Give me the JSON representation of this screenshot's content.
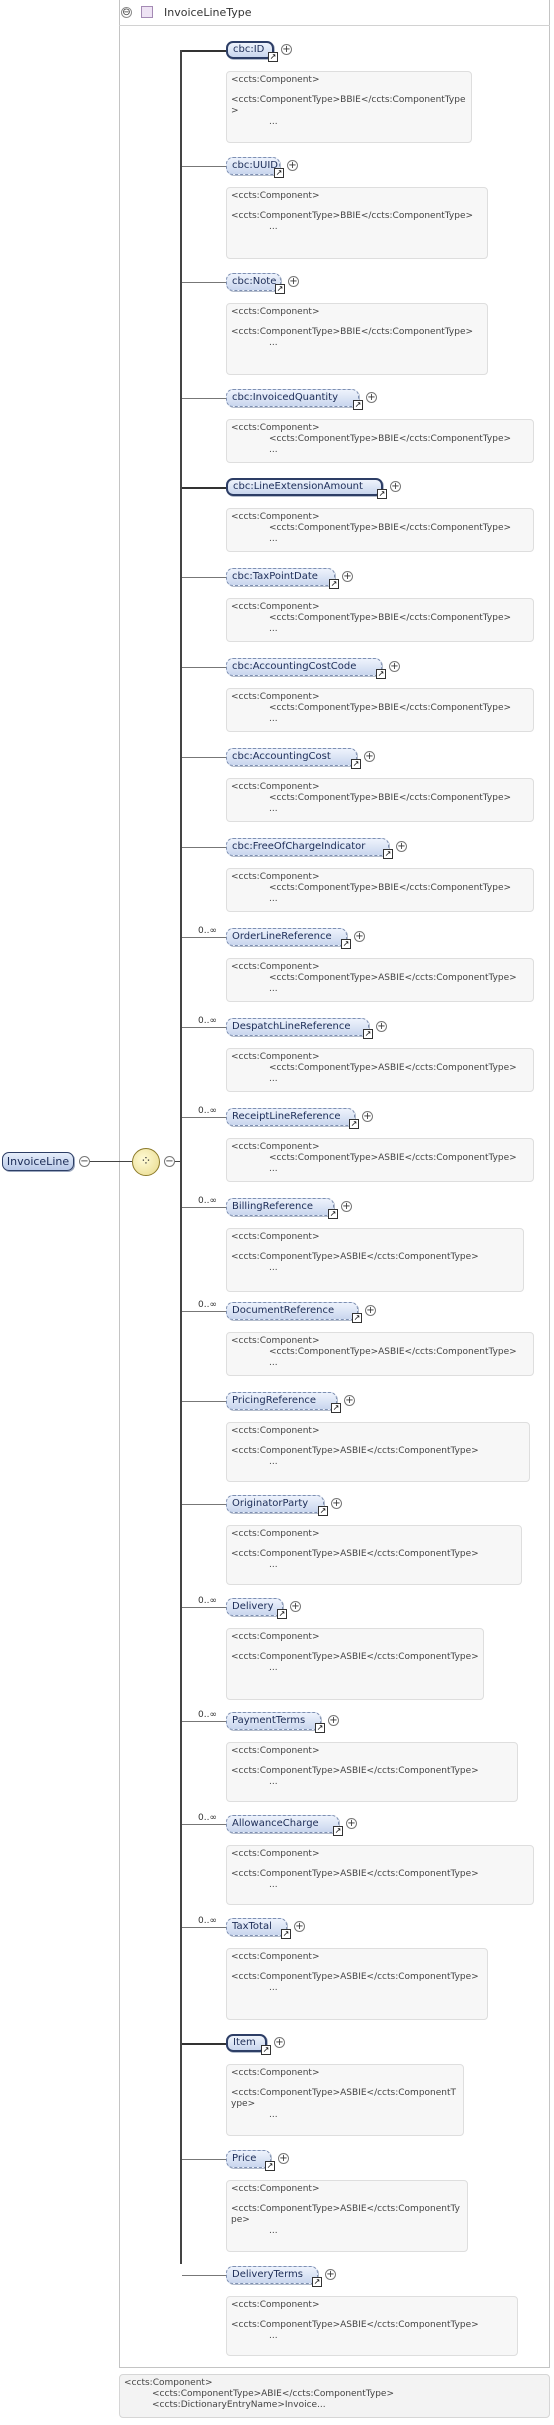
{
  "type_header": {
    "title": "InvoiceLineType",
    "collapse_symbol": "⊖"
  },
  "root": {
    "label": "InvoiceLine"
  },
  "elements": [
    {
      "label": "cbc:ID",
      "occurs": "",
      "required": true,
      "card": [
        "<ccts:Component>",
        "<ccts:ComponentType>BBIE</ccts:ComponentType>"
      ],
      "indent": false
    },
    {
      "label": "cbc:UUID",
      "occurs": "",
      "required": false,
      "card": [
        "<ccts:Component>",
        "<ccts:ComponentType>BBIE</ccts:ComponentType>"
      ],
      "indent": false
    },
    {
      "label": "cbc:Note",
      "occurs": "",
      "required": false,
      "card": [
        "<ccts:Component>",
        "<ccts:ComponentType>BBIE</ccts:ComponentType>"
      ],
      "indent": false
    },
    {
      "label": "cbc:InvoicedQuantity",
      "occurs": "",
      "required": false,
      "card": [
        "<ccts:Component>",
        "<ccts:ComponentType>BBIE</ccts:ComponentType>"
      ],
      "indent": true
    },
    {
      "label": "cbc:LineExtensionAmount",
      "occurs": "",
      "required": true,
      "card": [
        "<ccts:Component>",
        "<ccts:ComponentType>BBIE</ccts:ComponentType>"
      ],
      "indent": true
    },
    {
      "label": "cbc:TaxPointDate",
      "occurs": "",
      "required": false,
      "card": [
        "<ccts:Component>",
        "<ccts:ComponentType>BBIE</ccts:ComponentType>"
      ],
      "indent": true
    },
    {
      "label": "cbc:AccountingCostCode",
      "occurs": "",
      "required": false,
      "card": [
        "<ccts:Component>",
        "<ccts:ComponentType>BBIE</ccts:ComponentType>"
      ],
      "indent": true
    },
    {
      "label": "cbc:AccountingCost",
      "occurs": "",
      "required": false,
      "card": [
        "<ccts:Component>",
        "<ccts:ComponentType>BBIE</ccts:ComponentType>"
      ],
      "indent": true
    },
    {
      "label": "cbc:FreeOfChargeIndicator",
      "occurs": "",
      "required": false,
      "card": [
        "<ccts:Component>",
        "<ccts:ComponentType>BBIE</ccts:ComponentType>"
      ],
      "indent": true
    },
    {
      "label": "OrderLineReference",
      "occurs": "0..∞",
      "required": false,
      "card": [
        "<ccts:Component>",
        "<ccts:ComponentType>ASBIE</ccts:ComponentType>"
      ],
      "indent": true
    },
    {
      "label": "DespatchLineReference",
      "occurs": "0..∞",
      "required": false,
      "card": [
        "<ccts:Component>",
        "<ccts:ComponentType>ASBIE</ccts:ComponentType>"
      ],
      "indent": true
    },
    {
      "label": "ReceiptLineReference",
      "occurs": "0..∞",
      "required": false,
      "card": [
        "<ccts:Component>",
        "<ccts:ComponentType>ASBIE</ccts:ComponentType>"
      ],
      "indent": true
    },
    {
      "label": "BillingReference",
      "occurs": "0..∞",
      "required": false,
      "card": [
        "<ccts:Component>",
        "<ccts:ComponentType>ASBIE</ccts:ComponentType>"
      ],
      "indent": false
    },
    {
      "label": "DocumentReference",
      "occurs": "0..∞",
      "required": false,
      "card": [
        "<ccts:Component>",
        "<ccts:ComponentType>ASBIE</ccts:ComponentType>"
      ],
      "indent": true
    },
    {
      "label": "PricingReference",
      "occurs": "",
      "required": false,
      "card": [
        "<ccts:Component>",
        "<ccts:ComponentType>ASBIE</ccts:ComponentType>"
      ],
      "indent": false
    },
    {
      "label": "OriginatorParty",
      "occurs": "",
      "required": false,
      "card": [
        "<ccts:Component>",
        "<ccts:ComponentType>ASBIE</ccts:ComponentType>"
      ],
      "indent": false
    },
    {
      "label": "Delivery",
      "occurs": "0..∞",
      "required": false,
      "card": [
        "<ccts:Component>",
        "<ccts:ComponentType>ASBIE</ccts:ComponentType>"
      ],
      "indent": false
    },
    {
      "label": "PaymentTerms",
      "occurs": "0..∞",
      "required": false,
      "card": [
        "<ccts:Component>",
        "<ccts:ComponentType>ASBIE</ccts:ComponentType>"
      ],
      "indent": false
    },
    {
      "label": "AllowanceCharge",
      "occurs": "0..∞",
      "required": false,
      "card": [
        "<ccts:Component>",
        "<ccts:ComponentType>ASBIE</ccts:ComponentType>"
      ],
      "indent": false
    },
    {
      "label": "TaxTotal",
      "occurs": "0..∞",
      "required": false,
      "card": [
        "<ccts:Component>",
        "<ccts:ComponentType>ASBIE</ccts:ComponentType>"
      ],
      "indent": false
    },
    {
      "label": "Item",
      "occurs": "",
      "required": true,
      "card": [
        "<ccts:Component>",
        "<ccts:ComponentType>ASBIE</ccts:ComponentType>"
      ],
      "indent": false
    },
    {
      "label": "Price",
      "occurs": "",
      "required": false,
      "card": [
        "<ccts:Component>",
        "<ccts:ComponentType>ASBIE</ccts:ComponentType>"
      ],
      "indent": false
    },
    {
      "label": "DeliveryTerms",
      "occurs": "",
      "required": false,
      "card": [
        "<ccts:Component>",
        "<ccts:ComponentType>ASBIE</ccts:ComponentType>"
      ],
      "indent": false
    }
  ],
  "ellipsis": "...",
  "footer": {
    "line1": "<ccts:Component>",
    "line2": "<ccts:ComponentType>ABIE</ccts:ComponentType>",
    "line3": "<ccts:DictionaryEntryName>Invoice..."
  }
}
